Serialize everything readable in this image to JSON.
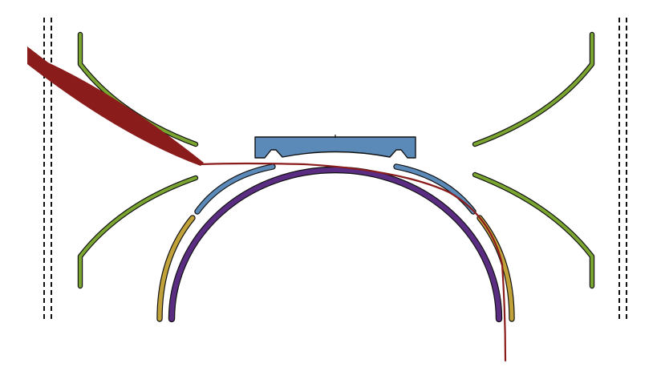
{
  "colors": {
    "background": "#ffffff",
    "outline": "#111111",
    "green_electrode": "#7aa531",
    "blue_block": "#5b8ab8",
    "blue_arc": "#5b8ab8",
    "gold_arc": "#c1a23a",
    "purple_arc": "#5a2d82",
    "beam": "#8b1c1c",
    "dashed_line": "#111111"
  },
  "icons": {
    "left_boundary": "dashed-double-line",
    "right_boundary": "dashed-double-line",
    "beam": "particle-beam-path"
  }
}
